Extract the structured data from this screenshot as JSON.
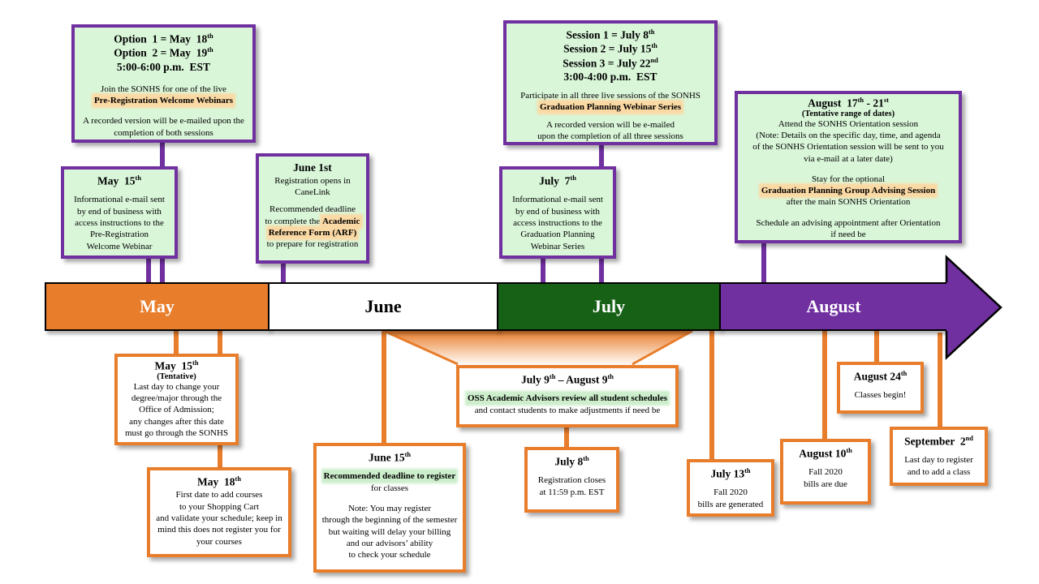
{
  "colors": {
    "orange": "#E87D2C",
    "purple": "#7030A0",
    "july_green": "#176117",
    "callout_green_fill": "#D9F6D9",
    "tan_highlight": "#FBD9A4",
    "green_highlight": "#CCEECB"
  },
  "timeline": {
    "months": [
      "May",
      "June",
      "July",
      "August"
    ]
  },
  "boxes": {
    "webinars": {
      "opt1": "Option  1 = May  18",
      "opt1_sup": "th",
      "opt2": "Option  2 = May  19",
      "opt2_sup": "th",
      "time": "5:00-6:00 p.m.  EST",
      "l1": "Join the SONHS for one of the live",
      "hl": "Pre-Registration Welcome Webinars",
      "l2": "A recorded version will be e-mailed upon the",
      "l3": "completion of both sessions"
    },
    "email_may": {
      "title": "May  15",
      "sup": "th",
      "l1": "Informational e-mail sent",
      "l2": "by end of business with",
      "l3": "access instructions to the",
      "l4": "Pre-Registration",
      "l5": "Welcome Webinar"
    },
    "june1": {
      "title": "June 1st",
      "l1": "Registration opens in",
      "l2": "CaneLink",
      "l3": "Recommended deadline",
      "l4": "to complete the ",
      "hl1": "Academic",
      "hl2": "Reference Form (ARF)",
      "l5": "to prepare for registration"
    },
    "sessions": {
      "s1": "Session 1 = July 8",
      "s1_sup": "th",
      "s2": "Session 2 = July 15",
      "s2_sup": "th",
      "s3": "Session 3 = July 22",
      "s3_sup": "nd",
      "time": "3:00-4:00 p.m.  EST",
      "l1": "Participate in all three live sessions of the SONHS",
      "hl": "Graduation Planning Webinar Series",
      "l2": "A recorded version will be e-mailed",
      "l3": "upon the completion of all three sessions"
    },
    "email_july": {
      "title": "July  7",
      "sup": "th",
      "l1": "Informational e-mail sent",
      "l2": "by end of business with",
      "l3": "access instructions to the",
      "l4": "Graduation Planning",
      "l5": "Webinar Series"
    },
    "orientation": {
      "title": "August  17",
      "sup1": "th",
      "title2": " - 21",
      "sup2": "st",
      "subtitle": "(Tentative range of dates)",
      "l1": "Attend the SONHS Orientation session",
      "l2": "(Note: Details on the specific day, time, and agenda",
      "l3": "of the SONHS Orientation session will be sent to you",
      "l4": "via e-mail at a later date)",
      "l5": "Stay for the optional",
      "hl": "Graduation Planning Group Advising Session",
      "l6": "after the main SONHS Orientation",
      "l7": "Schedule an advising appointment after Orientation",
      "l8": "if need be"
    },
    "may15t": {
      "title": "May  15",
      "sup": "th",
      "subtitle": "(Tentative)",
      "l1": "Last day to change your",
      "l2": "degree/major through the",
      "l3": "Office of Admission;",
      "l4": "any changes after this date",
      "l5": "must go through the SONHS"
    },
    "may18": {
      "title": "May  18",
      "sup": "th",
      "l1": "First date to add courses",
      "l2": "to your Shopping Cart",
      "l3": "and validate your schedule; keep in",
      "l4": "mind this does not register you for",
      "l5": "your courses"
    },
    "june15": {
      "title": "June 15",
      "sup": "th",
      "hl": "Recommended deadline to register",
      "l1": "for classes",
      "l2": "Note: You may register",
      "l3": "through the beginning of the semester",
      "l4": "but waiting will delay your billing",
      "l5": "and our advisors’ ability",
      "l6": "to check your schedule"
    },
    "advisors": {
      "title": "July 9",
      "sup1": "th",
      "title2": " – August 9",
      "sup2": "th",
      "hl": "OSS Academic Advisors review all student schedules",
      "l1": "and contact students to make adjustments if need be"
    },
    "july8": {
      "title": "July 8",
      "sup": "th",
      "l1": "Registration closes",
      "l2": "at 11:59 p.m. EST"
    },
    "july13": {
      "title": "July 13",
      "sup": "th",
      "l1": "Fall 2020",
      "l2": "bills are generated"
    },
    "aug10": {
      "title": "August 10",
      "sup": "th",
      "l1": "Fall 2020",
      "l2": "bills are due"
    },
    "aug24": {
      "title": "August 24",
      "sup": "th",
      "l1": "Classes begin!"
    },
    "sept2": {
      "title": "September  2",
      "sup": "nd",
      "l1": "Last day to register",
      "l2": "and to add a class"
    }
  }
}
